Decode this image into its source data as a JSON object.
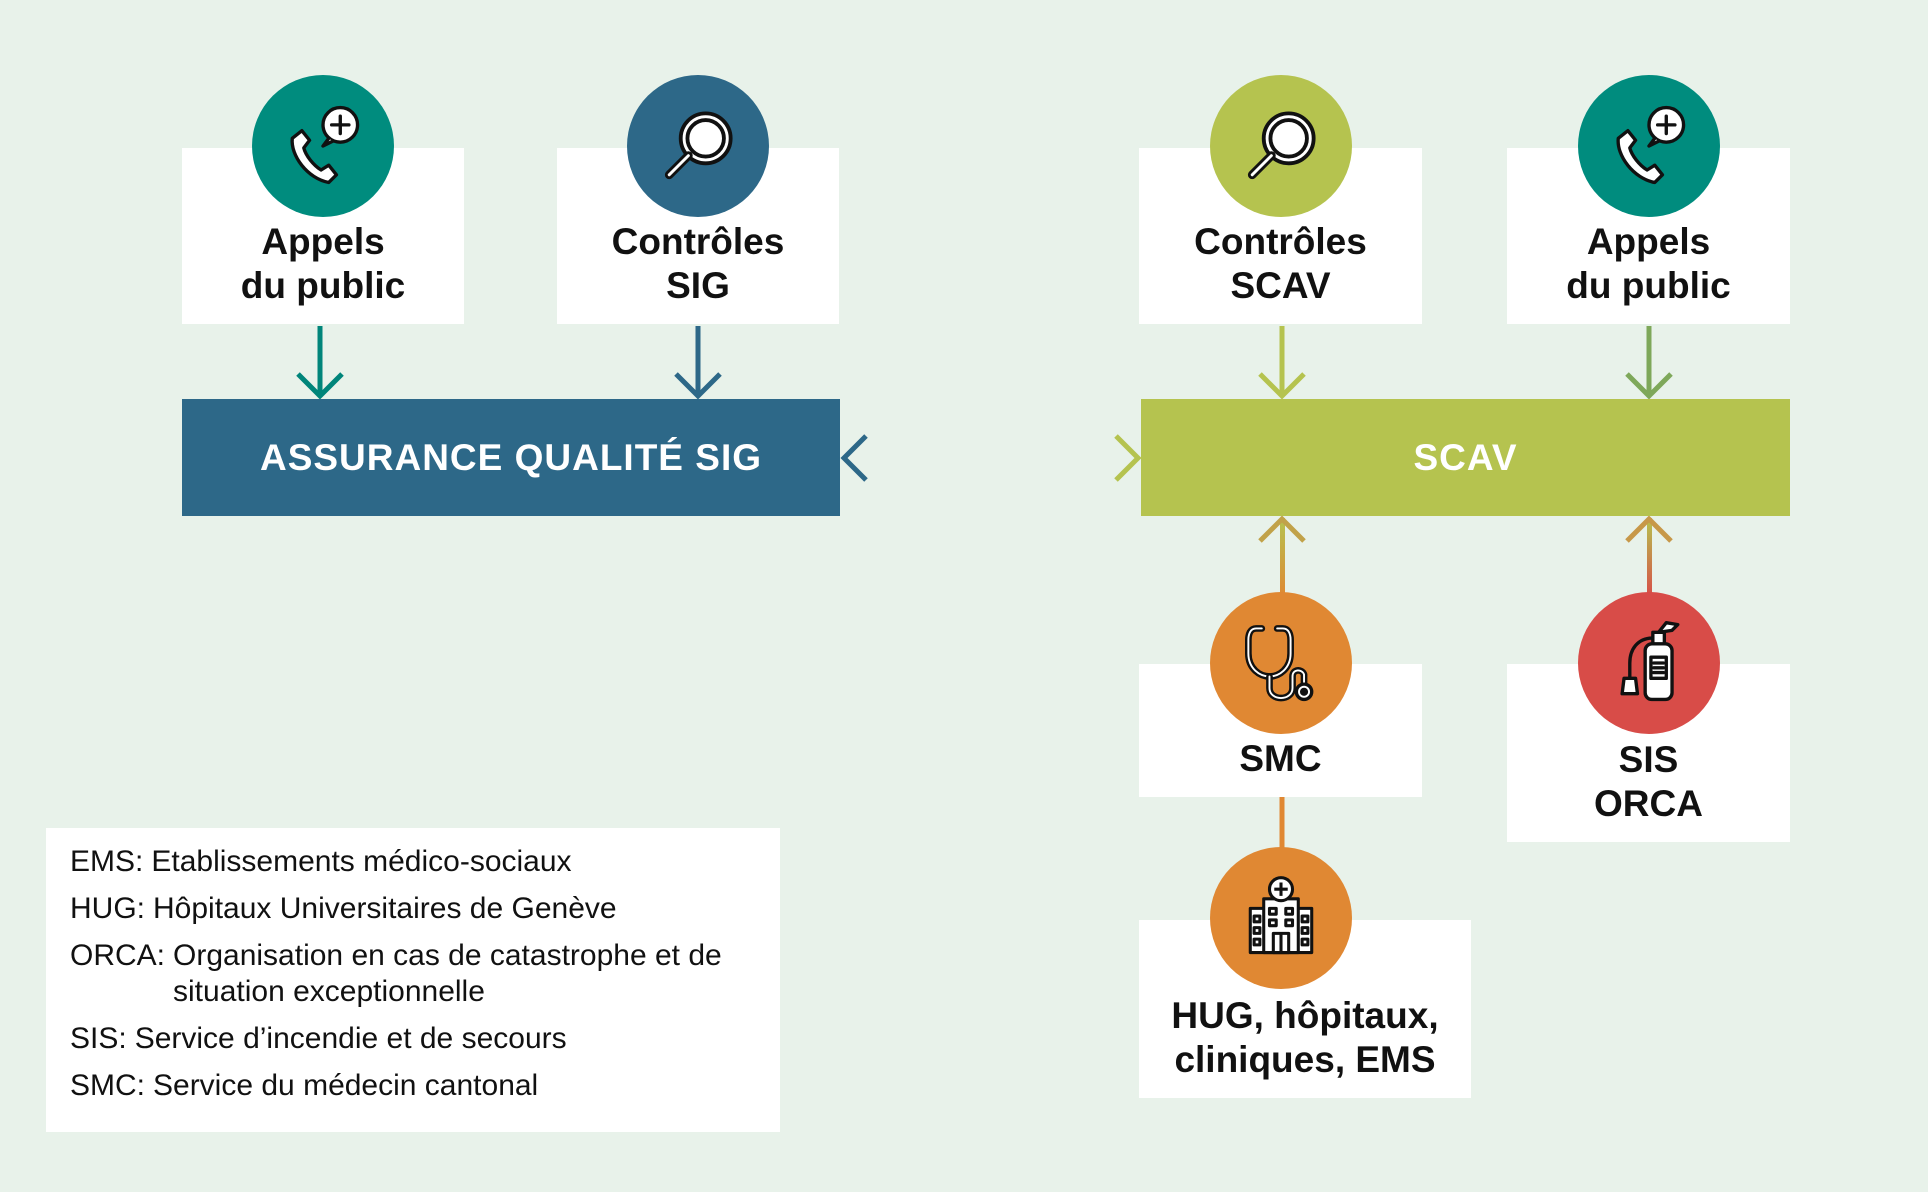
{
  "top_cards": [
    {
      "line1": "Appels",
      "line2": "du public"
    },
    {
      "line1": "Contrôles",
      "line2": "SIG"
    },
    {
      "line1": "Contrôles",
      "line2": "SCAV"
    },
    {
      "line1": "Appels",
      "line2": "du public"
    }
  ],
  "bars": {
    "left": "ASSURANCE QUALITÉ SIG",
    "right": "SCAV"
  },
  "bottom_cards": {
    "smc": {
      "line1": "SMC"
    },
    "sis": {
      "line1": "SIS",
      "line2": "ORCA"
    },
    "hug": {
      "line1": "HUG, hôpitaux,",
      "line2": "cliniques, EMS"
    }
  },
  "legend": [
    {
      "abbr": "EMS:",
      "def": "Etablissements médico-sociaux"
    },
    {
      "abbr": "HUG:",
      "def": "Hôpitaux Universitaires de Genève"
    },
    {
      "abbr": "ORCA:",
      "def": "Organisation en cas de catastrophe et de situation exceptionnelle"
    },
    {
      "abbr": "SIS:",
      "def": "Service d’incendie et de secours"
    },
    {
      "abbr": "SMC:",
      "def": "Service du médecin cantonal"
    }
  ],
  "icons": {
    "top1": "phone-medical-icon",
    "top2": "magnifier-icon",
    "top3": "magnifier-icon",
    "top4": "phone-medical-icon",
    "smc": "stethoscope-icon",
    "sis": "fire-extinguisher-icon",
    "hug": "hospital-icon"
  },
  "colors": {
    "background": "#e8f2ea",
    "teal": "#008c7e",
    "blue": "#2d6888",
    "green": "#b5c34f",
    "orange": "#e08833",
    "red": "#d84c48"
  }
}
